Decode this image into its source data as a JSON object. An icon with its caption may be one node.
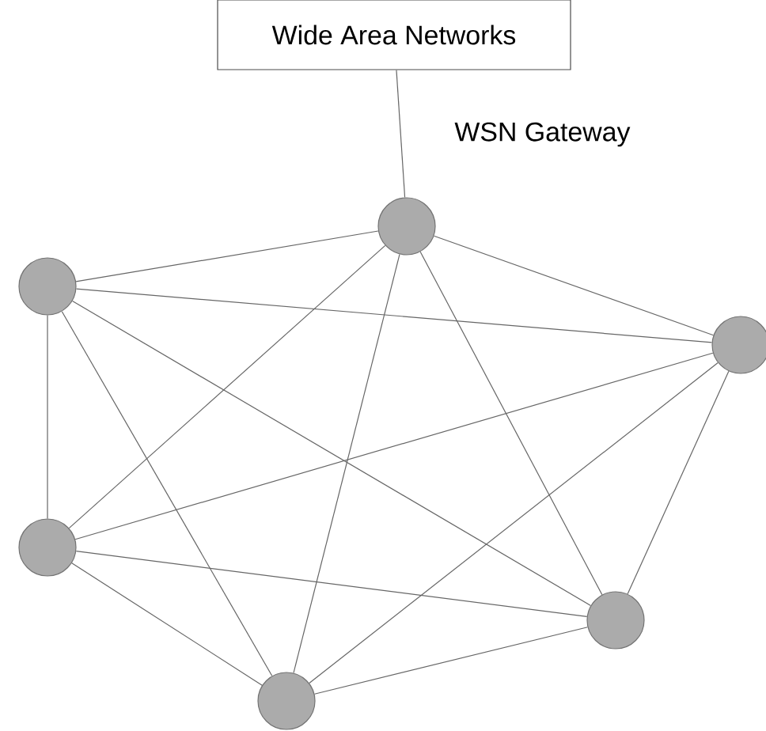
{
  "diagram": {
    "nodes": [
      {
        "text": [
          "Wide Area Networks"
        ]
      },
      {
        "text": [],
        "shape": "circle",
        "beside": [
          "WSN Gateway"
        ]
      },
      {
        "text": [],
        "shape": "circle"
      },
      {
        "text": [],
        "shape": "circle"
      },
      {
        "text": [],
        "shape": "circle"
      },
      {
        "text": [],
        "shape": "circle"
      },
      {
        "text": [],
        "shape": "circle"
      }
    ],
    "edges": [
      {
        "from": 0,
        "to": 1,
        "arrow": "none"
      },
      {
        "from": 1,
        "to": 2,
        "arrow": "none"
      },
      {
        "from": 1,
        "to": 3,
        "arrow": "none"
      },
      {
        "from": 1,
        "to": 4,
        "arrow": "none"
      },
      {
        "from": 1,
        "to": 5,
        "arrow": "none"
      },
      {
        "from": 1,
        "to": 6,
        "arrow": "none"
      },
      {
        "from": 2,
        "to": 3,
        "arrow": "none"
      },
      {
        "from": 2,
        "to": 4,
        "arrow": "none"
      },
      {
        "from": 2,
        "to": 5,
        "arrow": "none"
      },
      {
        "from": 2,
        "to": 6,
        "arrow": "none"
      },
      {
        "from": 3,
        "to": 4,
        "arrow": "none"
      },
      {
        "from": 3,
        "to": 5,
        "arrow": "none"
      },
      {
        "from": 3,
        "to": 6,
        "arrow": "none"
      },
      {
        "from": 4,
        "to": 5,
        "arrow": "none"
      },
      {
        "from": 4,
        "to": 6,
        "arrow": "none"
      },
      {
        "from": 5,
        "to": 6,
        "arrow": "none"
      }
    ]
  }
}
